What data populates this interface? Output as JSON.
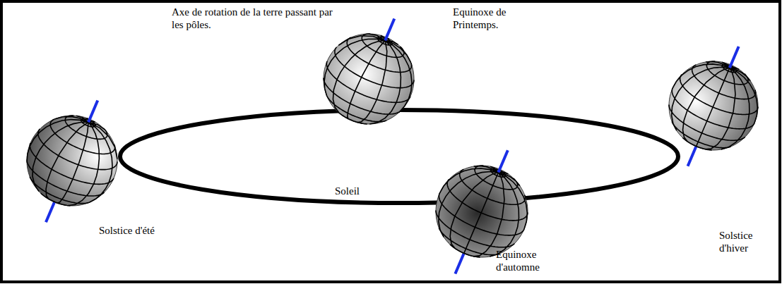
{
  "diagram": {
    "labels": [
      "Axe de rotation de la terre passant par les pôles.",
      "Equinoxe de Printemps.",
      "Soleil",
      "Solstice d'été",
      "Equinoxe d'automne",
      "Solstice d'hiver"
    ]
  }
}
